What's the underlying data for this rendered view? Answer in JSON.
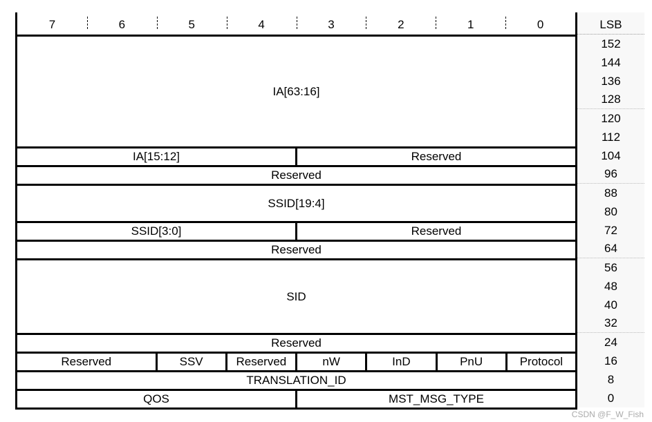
{
  "header": {
    "bit_labels": [
      "7",
      "6",
      "5",
      "4",
      "3",
      "2",
      "1",
      "0"
    ],
    "lsb_label": "LSB"
  },
  "lsb_values": [
    "152",
    "144",
    "136",
    "128",
    "120",
    "112",
    "104",
    "96",
    "88",
    "80",
    "72",
    "64",
    "56",
    "48",
    "40",
    "32",
    "24",
    "16",
    "8",
    "0"
  ],
  "rows": [
    {
      "bytes": 6,
      "fields": [
        {
          "label": "IA[63:16]",
          "bits": 8
        }
      ]
    },
    {
      "bytes": 1,
      "fields": [
        {
          "label": "IA[15:12]",
          "bits": 4
        },
        {
          "label": "Reserved",
          "bits": 4
        }
      ]
    },
    {
      "bytes": 1,
      "fields": [
        {
          "label": "Reserved",
          "bits": 8
        }
      ]
    },
    {
      "bytes": 2,
      "fields": [
        {
          "label": "SSID[19:4]",
          "bits": 8
        }
      ]
    },
    {
      "bytes": 1,
      "fields": [
        {
          "label": "SSID[3:0]",
          "bits": 4
        },
        {
          "label": "Reserved",
          "bits": 4
        }
      ]
    },
    {
      "bytes": 1,
      "fields": [
        {
          "label": "Reserved",
          "bits": 8
        }
      ]
    },
    {
      "bytes": 4,
      "fields": [
        {
          "label": "SID",
          "bits": 8
        }
      ]
    },
    {
      "bytes": 1,
      "fields": [
        {
          "label": "Reserved",
          "bits": 8
        }
      ]
    },
    {
      "bytes": 1,
      "fields": [
        {
          "label": "Reserved",
          "bits": 2
        },
        {
          "label": "SSV",
          "bits": 1
        },
        {
          "label": "Reserved",
          "bits": 1
        },
        {
          "label": "nW",
          "bits": 1
        },
        {
          "label": "InD",
          "bits": 1
        },
        {
          "label": "PnU",
          "bits": 1
        },
        {
          "label": "Protocol",
          "bits": 1
        }
      ]
    },
    {
      "bytes": 1,
      "fields": [
        {
          "label": "TRANSLATION_ID",
          "bits": 8
        }
      ]
    },
    {
      "bytes": 1,
      "fields": [
        {
          "label": "QOS",
          "bits": 4
        },
        {
          "label": "MST_MSG_TYPE",
          "bits": 4
        }
      ]
    }
  ],
  "watermark": "CSDN @F_W_Fish"
}
